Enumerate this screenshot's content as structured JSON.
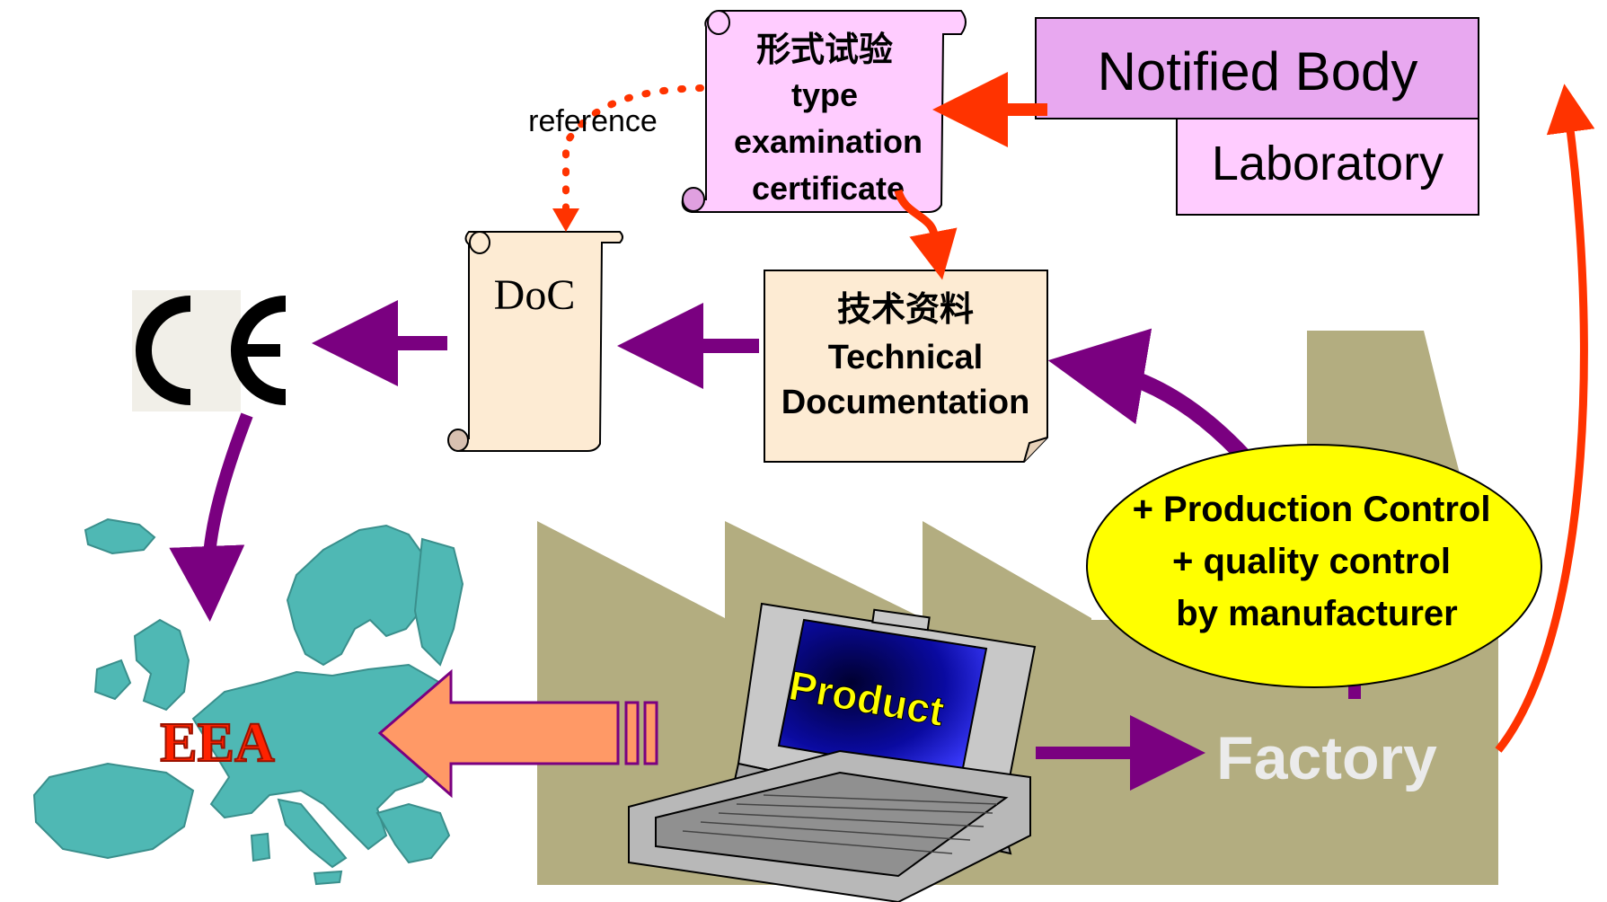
{
  "type_exam_cert": {
    "title_cn": "形式试验",
    "line1": "type",
    "line2": "examination",
    "line3": "certificate"
  },
  "notified_body": {
    "label": "Notified Body"
  },
  "laboratory": {
    "label": "Laboratory"
  },
  "reference": {
    "label": "reference"
  },
  "doc": {
    "label": "DoC"
  },
  "tech_doc": {
    "title_cn": "技术资料",
    "line1": "Technical",
    "line2": "Documentation"
  },
  "ce_mark": {
    "label": "CE"
  },
  "production_control": {
    "line1": "+ Production Control",
    "line2": "+ quality control",
    "line3": "by manufacturer"
  },
  "product": {
    "label": "Product"
  },
  "factory": {
    "label": "Factory"
  },
  "eea": {
    "label": "EEA"
  },
  "colors": {
    "pink_fill": "#ffccff",
    "notified_fill": "#e8a8f0",
    "doc_fill": "#fdebd3",
    "purple_arrow": "#7a0080",
    "red_arrow": "#ff3300",
    "factory": "#b3ad80",
    "europe": "#4fb8b4",
    "ellipse": "#ffff00",
    "salmon_arrow": "#ff9966"
  }
}
